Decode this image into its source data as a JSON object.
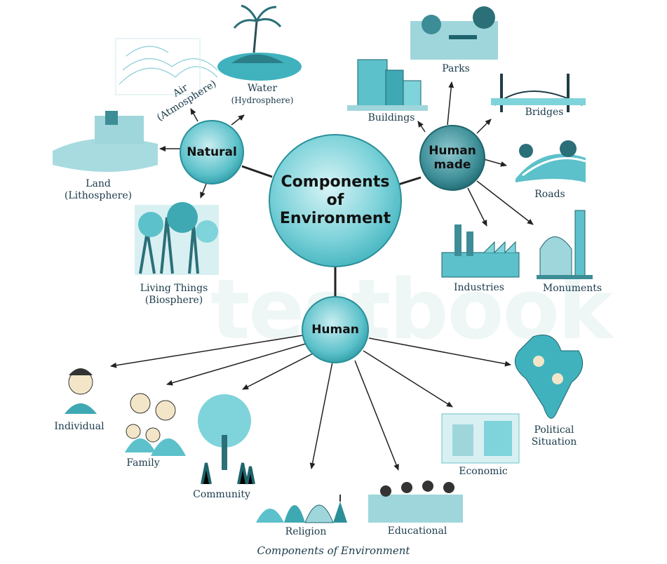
{
  "center": {
    "line1": "Components",
    "line2": "of",
    "line3": "Environment"
  },
  "hubs": {
    "natural": "Natural",
    "human_made_1": "Human",
    "human_made_2": "made",
    "human": "Human"
  },
  "natural_items": {
    "air_1": "Air",
    "air_2": "(Atmosphere)",
    "water_1": "Water",
    "water_2": "(Hydrosphere)",
    "land_1": "Land",
    "land_2": "(Lithosphere)",
    "living_1": "Living Things",
    "living_2": "(Biosphere)"
  },
  "human_made_items": {
    "parks": "Parks",
    "buildings": "Buildings",
    "bridges": "Bridges",
    "roads": "Roads",
    "industries": "Industries",
    "monuments": "Monuments"
  },
  "human_items": {
    "individual": "Individual",
    "family": "Family",
    "community": "Community",
    "religion": "Religion",
    "educational": "Educational",
    "economic": "Economic",
    "political_1": "Political",
    "political_2": "Situation"
  },
  "watermark": "testbook",
  "caption": "Components of Environment",
  "colors": {
    "accent": "#2aa6b0",
    "node_fill": "#7fd3da",
    "dark": "#1a3a4a"
  }
}
